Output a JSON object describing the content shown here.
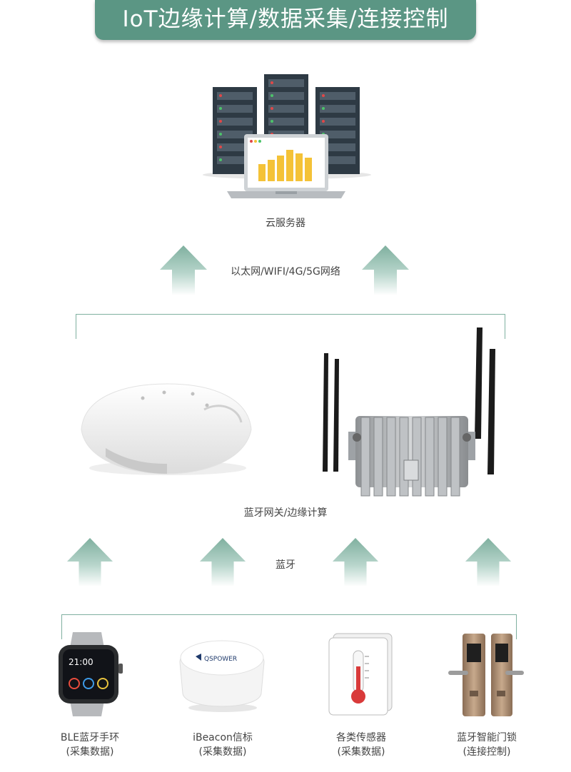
{
  "title": "IoT边缘计算/数据采集/连接控制",
  "cloud": {
    "label": "云服务器"
  },
  "uplink": {
    "label": "以太网/WIFI/4G/5G网络"
  },
  "gateway": {
    "label": "蓝牙网关/边缘计算"
  },
  "bluetooth": {
    "label": "蓝牙"
  },
  "devices": [
    {
      "name": "BLE蓝牙手环",
      "sub": "(采集数据)"
    },
    {
      "name": "iBeacon信标",
      "sub": "(采集数据)"
    },
    {
      "name": "各类传感器",
      "sub": "(采集数据)"
    },
    {
      "name": "蓝牙智能门锁",
      "sub": "(连接控制)"
    }
  ],
  "watch": {
    "time": "21:00"
  },
  "beacon": {
    "brand": "QSPOWER"
  },
  "colors": {
    "accent": "#5b9684",
    "arrow": "#8fbcae",
    "chart_bar": "#f4c237"
  }
}
